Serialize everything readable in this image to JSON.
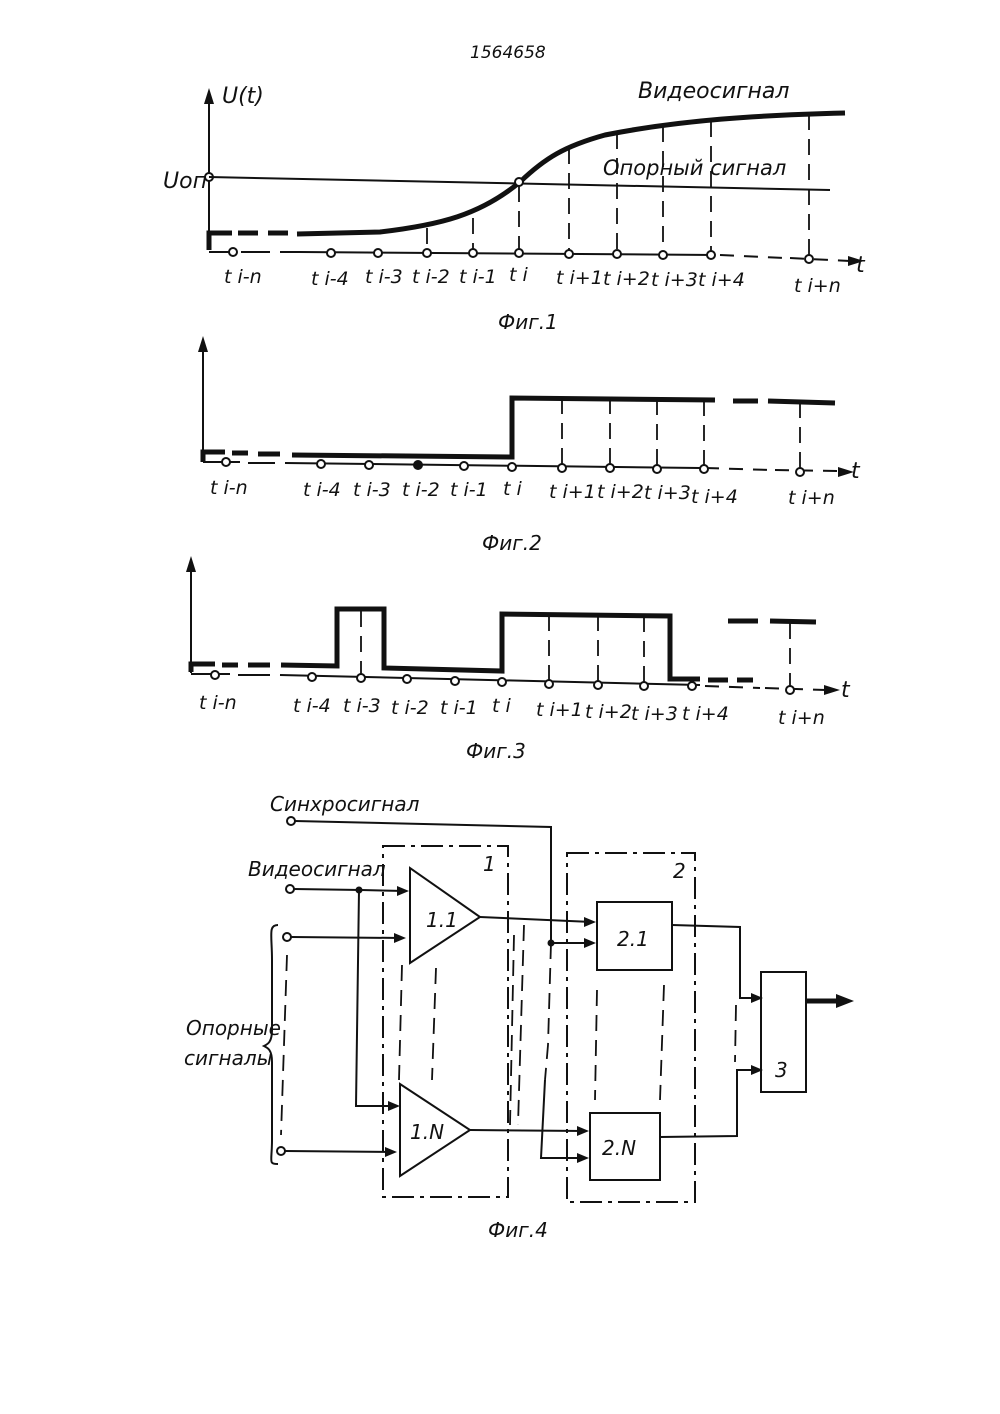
{
  "page_number": "1564658",
  "fig1": {
    "y_label": "U(t)",
    "u_label": "Uоп",
    "video_label": "Видеосигнал",
    "ref_label": "Опорный  сигнал",
    "axis_label": "t",
    "caption": "Фиг.1"
  },
  "fig2": {
    "axis_label": "t",
    "caption": "Фиг.2"
  },
  "fig3": {
    "axis_label": "t",
    "caption": "Фиг.3"
  },
  "ticks": [
    "t i-n",
    "t i-4",
    "t i-3",
    "t i-2",
    "t i-1",
    "t i",
    "t i+1",
    "t i+2",
    "t i+3",
    "t i+4",
    "t i+n"
  ],
  "fig4": {
    "sync_label": "Синхросигнал",
    "video_label": "Видеосигнал",
    "ref_label_1": "Опорные",
    "ref_label_2": "сигналы",
    "block1_label": "1",
    "block2_label": "2",
    "amp1_label": "1.1",
    "ampN_label": "1.N",
    "box21_label": "2.1",
    "box2N_label": "2.N",
    "box3_label": "3",
    "caption": "Фиг.4"
  }
}
